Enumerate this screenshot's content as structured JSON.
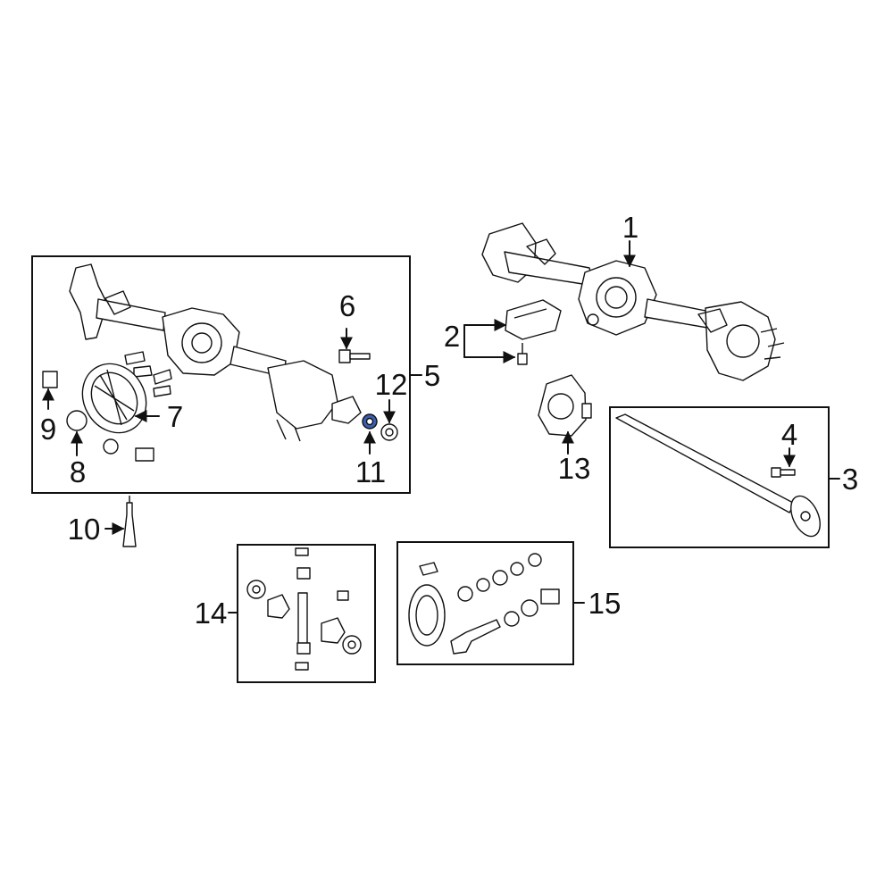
{
  "diagram": {
    "accent_color": "#3a5fb0",
    "callouts": {
      "c1": "1",
      "c2": "2",
      "c3": "3",
      "c4": "4",
      "c5": "5",
      "c6": "6",
      "c7": "7",
      "c8": "8",
      "c9": "9",
      "c10": "10",
      "c11": "11",
      "c12": "12",
      "c13": "13",
      "c14": "14",
      "c15": "15"
    },
    "highlighted_part": "11"
  }
}
